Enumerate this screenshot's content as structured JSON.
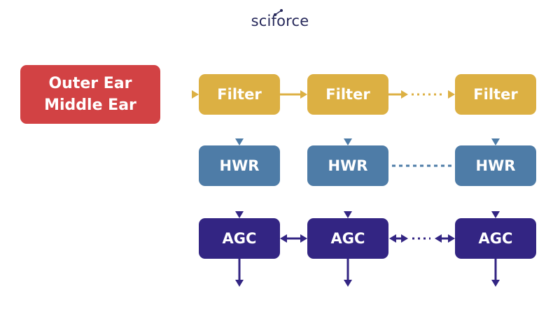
{
  "brand": {
    "name": "sciforce"
  },
  "diagram": {
    "input": {
      "line1": "Outer Ear",
      "line2": "Middle Ear"
    },
    "filters": [
      "Filter",
      "Filter",
      "Filter"
    ],
    "hwr": [
      "HWR",
      "HWR",
      "HWR"
    ],
    "agc": [
      "AGC",
      "AGC",
      "AGC"
    ]
  },
  "colors": {
    "ear": "#d24244",
    "filter": "#dcb043",
    "hwr": "#4e7ca7",
    "agc": "#332583",
    "logo": "#26285a"
  }
}
